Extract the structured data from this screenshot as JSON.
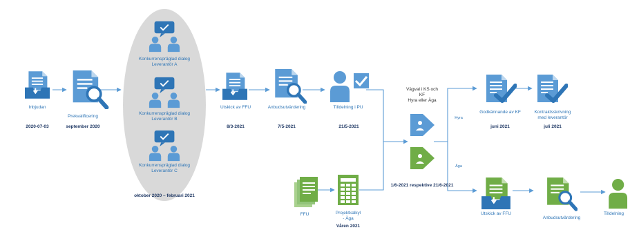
{
  "colors": {
    "blue": "#2e75b6",
    "blue_light": "#5b9bd5",
    "green": "#70ad47",
    "green_light": "#a9d18e",
    "oval": "#d9d9d9",
    "line": "#5b9bd5"
  },
  "steps": {
    "inbjudan": {
      "label": "Inbjudan",
      "date": "2020-07-03",
      "icon": "document-inbox-icon"
    },
    "prekval": {
      "label": "Prekvalificering",
      "date": "september 2020",
      "icon": "document-search-icon"
    },
    "dialog_a": {
      "label": "Konkurrenspräglad dialog\nLeverantör A",
      "icon": "dialog-meeting-icon"
    },
    "dialog_b": {
      "label": "Konkurrenspräglad dialog\nLeverantör B",
      "icon": "dialog-meeting-icon"
    },
    "dialog_c": {
      "label": "Konkurrenspräglad dialog\nLeverantör C",
      "icon": "dialog-meeting-icon"
    },
    "dialog_period": {
      "date": "oktober 2020 – februari 2021"
    },
    "utskick": {
      "label": "Utskick av FFU",
      "date": "8/3-2021",
      "icon": "document-inbox-icon"
    },
    "anbud": {
      "label": "Anbudsutvärdering",
      "date": "7/5-2021",
      "icon": "document-search-icon"
    },
    "tilldelning": {
      "label": "Tilldelning i PU",
      "date": "21/5-2021",
      "icon": "person-check-icon"
    },
    "vagval": {
      "label": "Vägval i KS och\nKF\nHyra eller Äga",
      "date": "1/6-2021 respektive 21/6-2021"
    },
    "godkannande": {
      "label": "Godkännande av KF",
      "date": "juni 2021",
      "icon": "document-check-icon"
    },
    "kontrakt": {
      "label": "Kontraktsskrivning\nmed leverantör",
      "date": "juli 2021",
      "icon": "document-check-icon"
    },
    "ffu": {
      "label": "FFU",
      "icon": "document-stack-icon"
    },
    "projektkalkyl": {
      "label": "Projektkalkyl\n- Äga",
      "date": "Våren 2021",
      "icon": "spreadsheet-icon"
    },
    "utskick2": {
      "label": "Utskick av FFU",
      "icon": "document-inbox-icon"
    },
    "anbud2": {
      "label": "Anbudsutvärdering",
      "icon": "document-search-icon"
    },
    "tilldelning2": {
      "label": "Tilldelning",
      "icon": "person-check-icon"
    }
  },
  "branches": {
    "hyra": "Hyra",
    "aga": "Äga"
  }
}
